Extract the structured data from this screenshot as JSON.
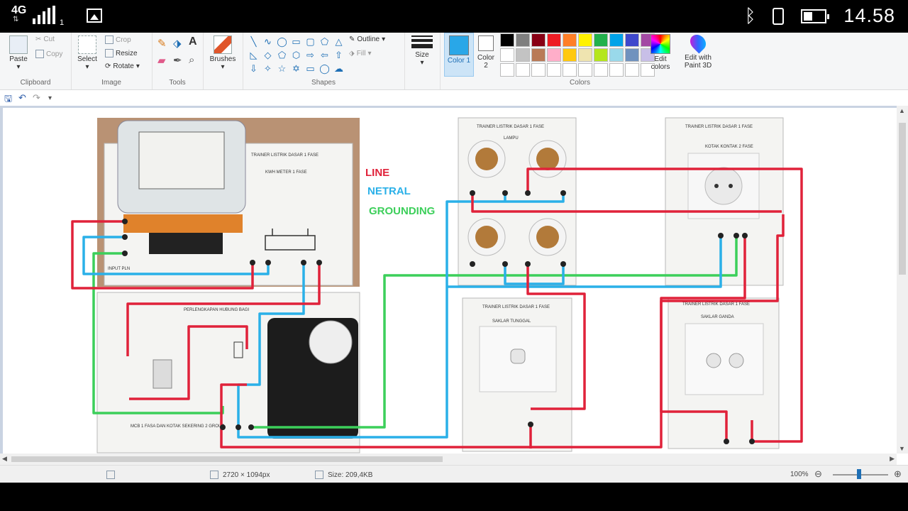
{
  "status_bar": {
    "network": "4G",
    "sim_slot": "1",
    "time": "14.58",
    "icons": [
      "signal-icon",
      "gallery-icon",
      "bluetooth-icon",
      "vibrate-icon",
      "battery-icon"
    ]
  },
  "ribbon": {
    "clipboard": {
      "label": "Clipboard",
      "paste": "Paste",
      "cut": "Cut",
      "copy": "Copy"
    },
    "image": {
      "label": "Image",
      "select": "Select",
      "crop": "Crop",
      "resize": "Resize",
      "rotate": "Rotate"
    },
    "tools": {
      "label": "Tools"
    },
    "brushes": "Brushes",
    "shapes": {
      "label": "Shapes",
      "outline": "Outline",
      "fill": "Fill"
    },
    "size": "Size",
    "colors": {
      "label": "Colors",
      "color1": "Color 1",
      "color1_sub": "1",
      "color2": "Color",
      "color2_sub": "2",
      "edit_colors": "Edit colors",
      "paint3d": "Edit with Paint 3D",
      "color1_value": "#29a7e8",
      "palette": [
        "#000000",
        "#7f7f7f",
        "#880015",
        "#ed1c24",
        "#ff7f27",
        "#fff200",
        "#22b14c",
        "#00a2e8",
        "#3f48cc",
        "#a349a4",
        "#ffffff",
        "#c3c3c3",
        "#b97a57",
        "#ffaec9",
        "#ffc90e",
        "#efe4b0",
        "#b5e61d",
        "#99d9ea",
        "#7092be",
        "#c8bfe7"
      ]
    }
  },
  "diagram": {
    "legend": {
      "line": "LINE",
      "netral": "NETRAL",
      "grounding": "GROUNDING"
    },
    "wire_colors": {
      "line": "#e0223a",
      "netral": "#2ab0e8",
      "grounding": "#3ccf5a"
    },
    "panels": {
      "kwh_meter": "KWH METER 1 FASE",
      "input": "INPUT PLN",
      "mcb": "MCB 1 FASA DAN KOTAK SEKERING 2 GROUP",
      "perlengkapan": "PERLENGKAPAN HUBUNG BAGI",
      "lampu": "LAMPU",
      "stop_kontak": "KOTAK KONTAK 2 FASE",
      "saklar_tunggal": "SAKLAR TUNGGAL",
      "saklar_ganda": "SAKLAR GANDA",
      "trainer": "TRAINER LISTRIK DASAR 1 FASE"
    }
  },
  "app_status": {
    "dimensions": "2720 × 1094px",
    "size": "Size: 209,4KB",
    "zoom": "100%"
  }
}
